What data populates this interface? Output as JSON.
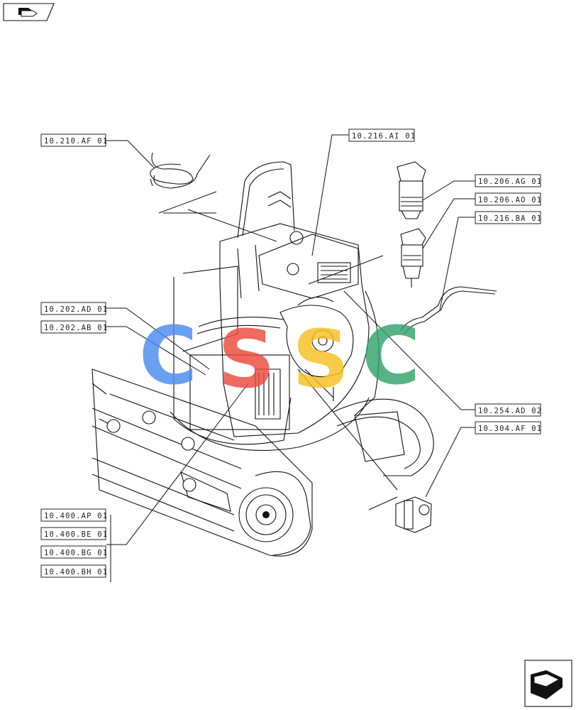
{
  "references": {
    "ref_210_af": "10.210.AF 01",
    "ref_216_ai": "10.216.AI 01",
    "ref_206_ag": "10.206.AG 01",
    "ref_206_ao": "10.206.AO 01",
    "ref_216_ba": "10.216.BA 01",
    "ref_202_ad": "10.202.AD 01",
    "ref_202_ab": "10.202.AB 01",
    "ref_254_ad": "10.254.AD 02",
    "ref_304_af": "10.304.AF 01",
    "ref_400_ap": "10.400.AP 01",
    "ref_400_be": "10.400.BE 01",
    "ref_400_bg": "10.400.BG 01",
    "ref_400_bh": "10.400.BH 01"
  },
  "watermark": {
    "letters": [
      "C",
      "S",
      "S",
      "C"
    ],
    "colors": [
      "#4a8cf0",
      "#ea4a3d",
      "#f6c021",
      "#33a36b"
    ]
  },
  "icons": {
    "top_left": "page-back-icon",
    "bottom_right": "page-forward-icon"
  }
}
